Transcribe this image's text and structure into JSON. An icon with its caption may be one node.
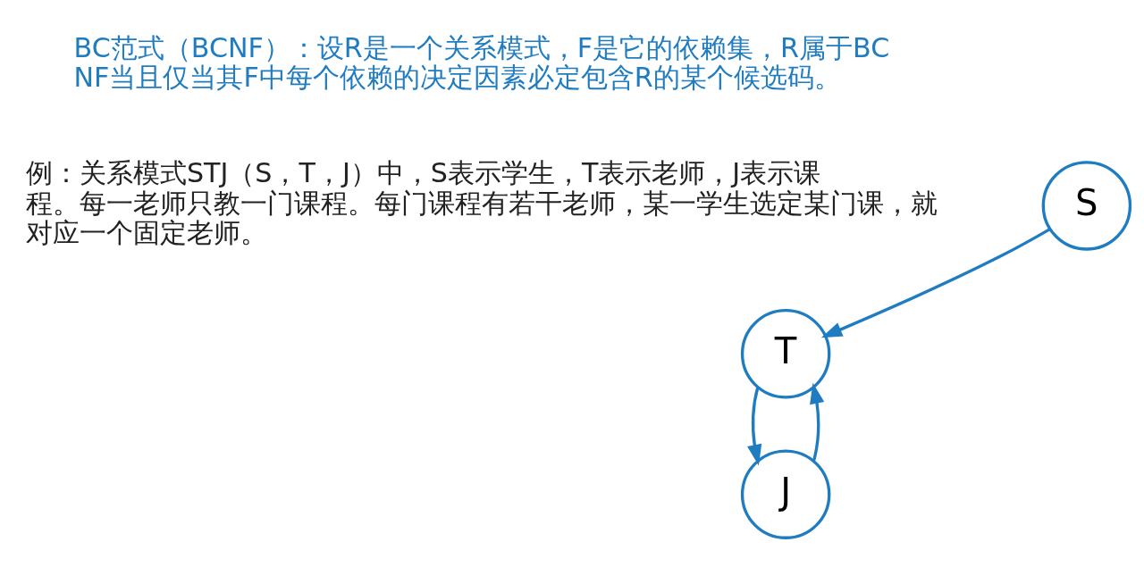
{
  "diagram": {
    "nodes": [
      {
        "text": [
          "T"
        ]
      },
      {
        "text": [
          "S"
        ]
      },
      {
        "text": [
          "J"
        ]
      }
    ],
    "edges": [
      {
        "from": 1,
        "to": 0,
        "arrow": "to"
      },
      {
        "from": 2,
        "to": 0,
        "arrow": "to"
      },
      {
        "from": 0,
        "to": 2,
        "arrow": "to"
      }
    ],
    "labels": [
      "BC范式（BCNF）：设R是一个关系模式，F是它的依赖集，R属于BCNF当且仅当其F中每个依赖的决定因素必定包含R的某个候选码。",
      "例：关系模式STJ（S，T，J）中，S表示学生，T表示老师，J表示课程。每一老师只教一门课程。每门课程有若干老师，某一学生选定某门课，就对应一个固定老师。"
    ]
  }
}
